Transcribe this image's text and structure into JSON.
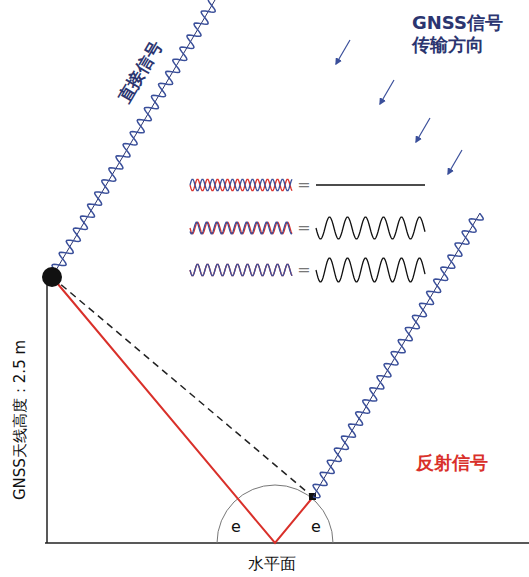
{
  "diagram": {
    "labels": [
      "直接信号",
      "GNSS信号 传输方向",
      "=",
      "=",
      "=",
      "反射信号",
      "GNSS天线高度：2.5 m",
      "e",
      "e",
      "水平面"
    ]
  }
}
